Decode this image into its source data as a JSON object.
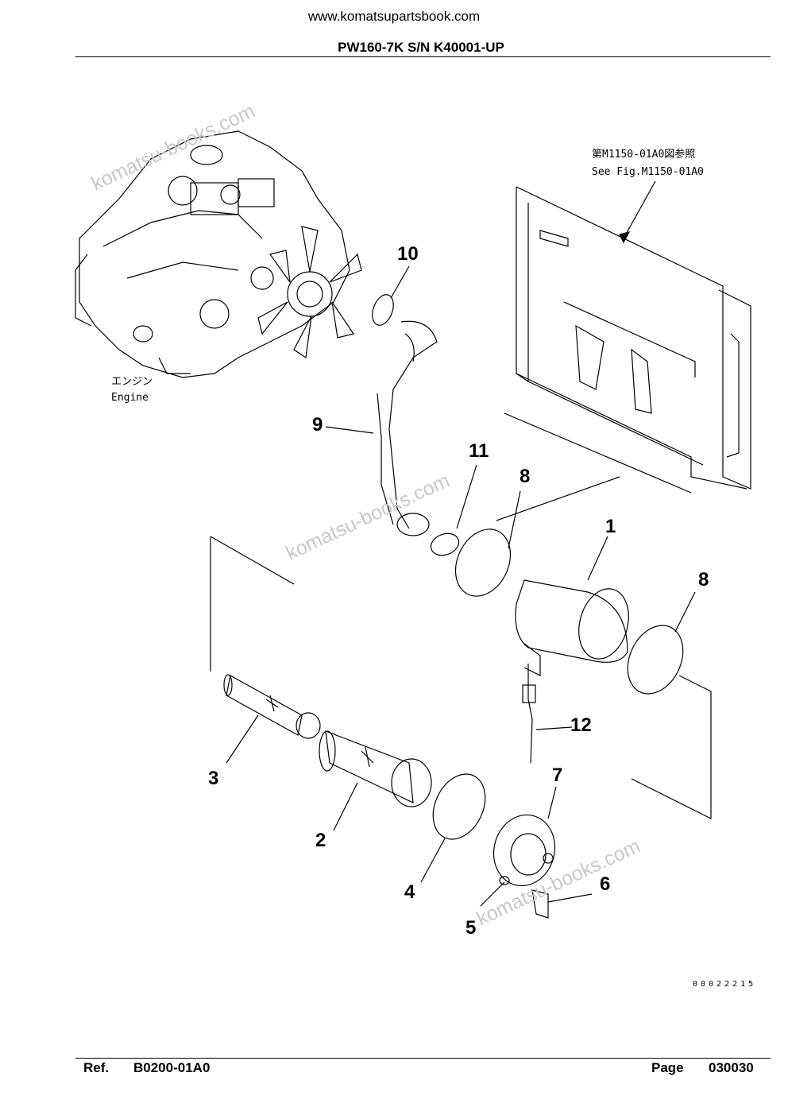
{
  "header": {
    "url": "www.komatsupartsbook.com",
    "model": "PW160-7K S/N K40001-UP"
  },
  "figure": {
    "reference_jp": "第M1150-01A0図参照",
    "reference_en": "See Fig.M1150-01A0",
    "engine_jp": "エンジン",
    "engine_en": "Engine",
    "drawing_code": "00022215",
    "callouts": [
      "1",
      "2",
      "3",
      "4",
      "5",
      "6",
      "7",
      "8",
      "8",
      "9",
      "10",
      "11",
      "12"
    ]
  },
  "watermarks": [
    "komatsu-books.com",
    "komatsu-books.com",
    "komatsu-books.com"
  ],
  "footer": {
    "ref_label": "Ref.",
    "ref_value": "B0200-01A0",
    "page_label": "Page",
    "page_value": "030030"
  }
}
